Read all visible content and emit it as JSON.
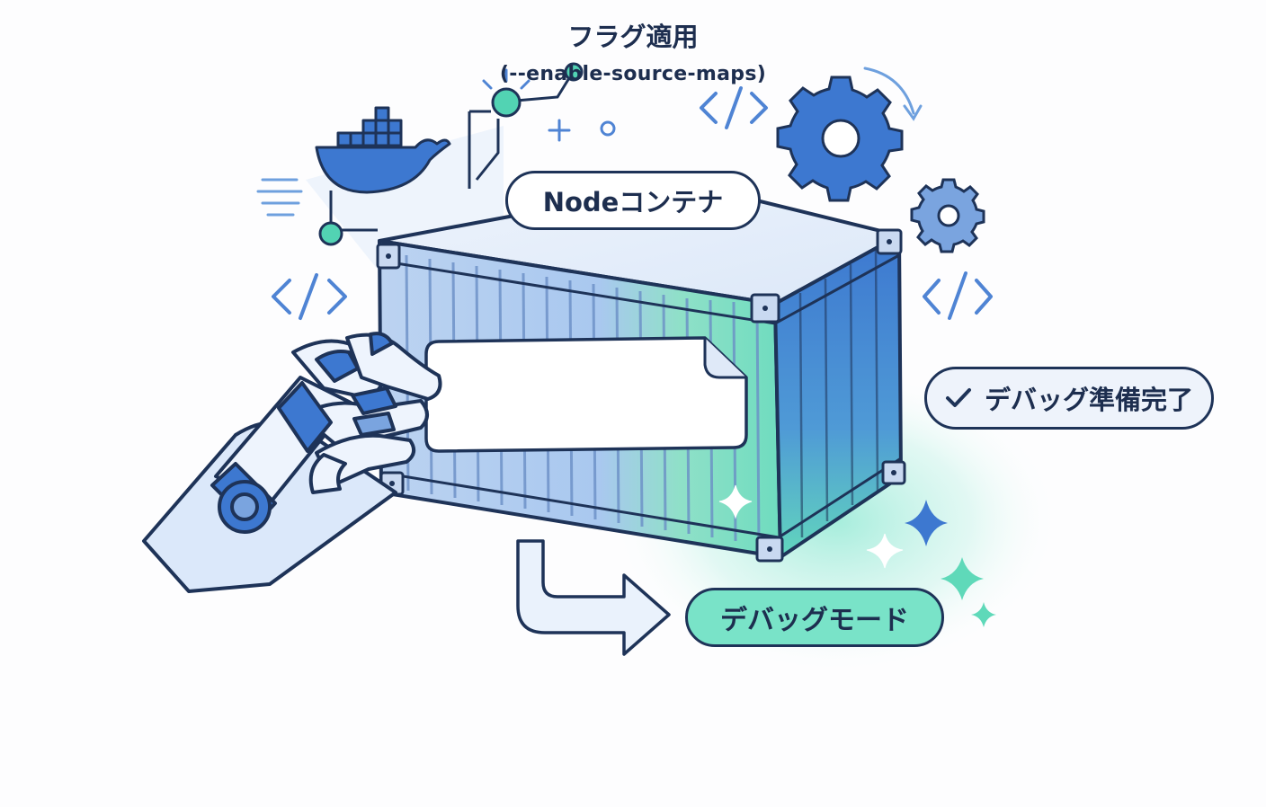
{
  "labels": {
    "node_container": "Nodeコンテナ",
    "flag_title": "フラグ適用",
    "flag_detail": "(--enable-source-maps)",
    "debug_ready": "デバッグ準備完了",
    "debug_mode": "デバッグモード"
  },
  "icons": {
    "docker": "docker-whale-icon",
    "gear": "gear-icon",
    "code": "code-brackets-icon",
    "check": "checkmark-icon",
    "sparkle": "sparkle-icon",
    "robot_hand": "robot-hand-icon",
    "arrow": "arrow-right-icon"
  },
  "colors": {
    "outline": "#1e3358",
    "blue_primary": "#3d78d0",
    "blue_light": "#dbe8fa",
    "teal": "#6fe0c4",
    "teal_node": "#52d3b3"
  }
}
